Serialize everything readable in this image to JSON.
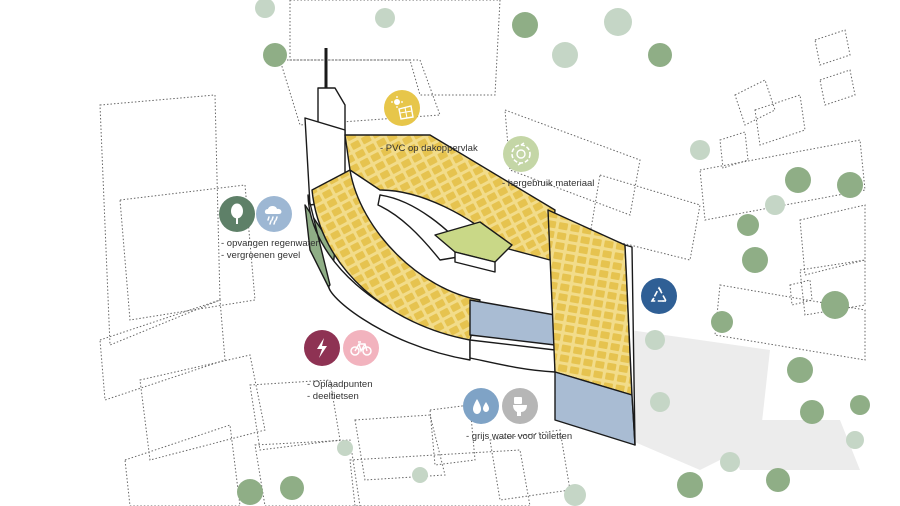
{
  "colors": {
    "solar": "#f2dc8a",
    "solar_cell": "#e6c34f",
    "green_roof": "#c9d887",
    "green_facade": "#8fae86",
    "glass": "#a9bcd3",
    "tree": "#8fae86",
    "tree_light": "#c5d6c6",
    "badge_green": "#5e8068",
    "badge_water": "#9db7d3",
    "badge_energy": "#8e3253",
    "badge_bike": "#f2b3be",
    "badge_recycle": "#2f5f95",
    "badge_circular": "#c4d6a6",
    "badge_solar": "#e7c64a",
    "badge_grey": "#b6b6b6",
    "badge_drop": "#7fa3c6"
  },
  "annotations": {
    "pvc": "- PVC op dakoppervlak",
    "hergebruik": "- hergebruik materiaal",
    "regen": "- opvangen regenwater",
    "gevel": "- vergroenen gevel",
    "oplaad": "- Oplaadpunten",
    "deelfiets": "- deelfietsen",
    "grijs": "- grijs water voor toiletten"
  },
  "icons": {
    "solar": "solar-panel-icon",
    "circular": "circular-material-icon",
    "tree": "tree-icon",
    "rain": "rain-cloud-icon",
    "energy": "lightning-icon",
    "bike": "bicycle-icon",
    "recycle": "recycle-icon",
    "water": "water-drops-icon",
    "toilet": "toilet-icon"
  }
}
